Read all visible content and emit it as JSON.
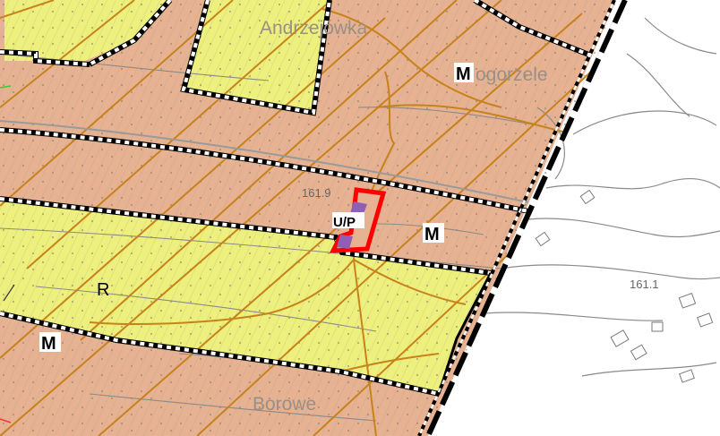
{
  "map": {
    "places": {
      "andrzejowka": "Andrzejówka",
      "mogorzele_prefix": "M",
      "mogorzele_rest": "ogorzele",
      "borowe": "Borowe"
    },
    "zones": {
      "m_center": "M",
      "m_left": "M",
      "r": "R",
      "up": "U/P"
    },
    "heights": {
      "h1": "161.9",
      "h2": "161.1"
    },
    "colors": {
      "residential_fill": "#e6b291",
      "agricultural_fill": "#edf07c",
      "background": "#ffffff",
      "roads": "#c8821c",
      "plan_boundary": "#000000",
      "service_parcel_outline": "#ff0000",
      "service_parcel_fill": "#8e5fb5",
      "topo_lines": "#8a8a8a"
    }
  }
}
